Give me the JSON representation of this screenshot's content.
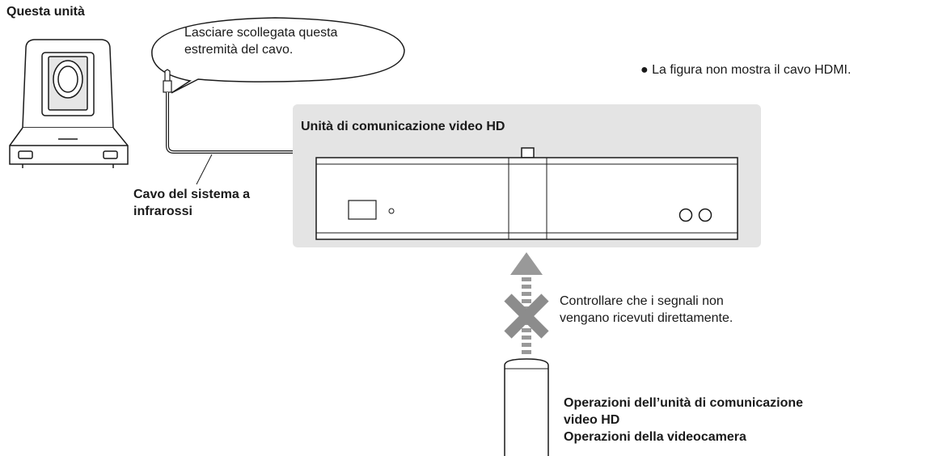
{
  "labels": {
    "camera": "Questa unità",
    "bubble_line1": "Lasciare scollegata questa",
    "bubble_line2": "estremità del cavo.",
    "note": "● La figura non mostra il cavo HDMI.",
    "unit_title": "Unità di comunicazione video HD",
    "cable_line1": "Cavo del sistema a",
    "cable_line2": "infrarossi",
    "check_line1": "Controllare che i segnali non",
    "check_line2": "vengano ricevuti direttamente.",
    "ops_line1": "Operazioni dell’unità di comunicazione",
    "ops_line2": "video HD",
    "ops_line3": "Operazioni della videocamera"
  },
  "colors": {
    "panel": "#e4e4e4",
    "line": "#1a1a1a",
    "arrow": "#999999",
    "x_mark": "#8c8c8c"
  }
}
